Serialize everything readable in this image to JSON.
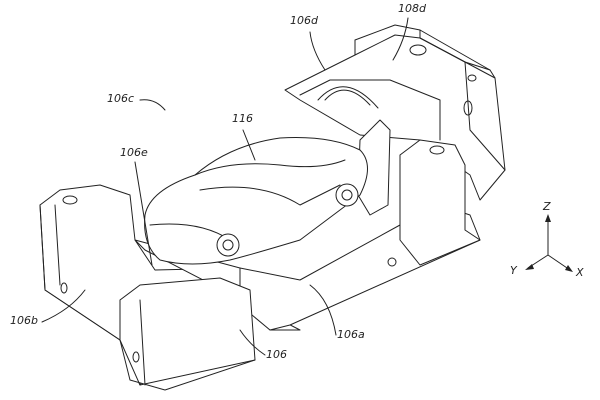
{
  "labels": {
    "fixture_assembly": "106d",
    "upper_block": "108d",
    "fixture_view": "106c",
    "vehicle": "116",
    "locator": "106e",
    "left_arm": "106b",
    "right_arm": "106a",
    "base": "106"
  },
  "axes": {
    "z": "Z",
    "y": "Y",
    "x": "X"
  }
}
